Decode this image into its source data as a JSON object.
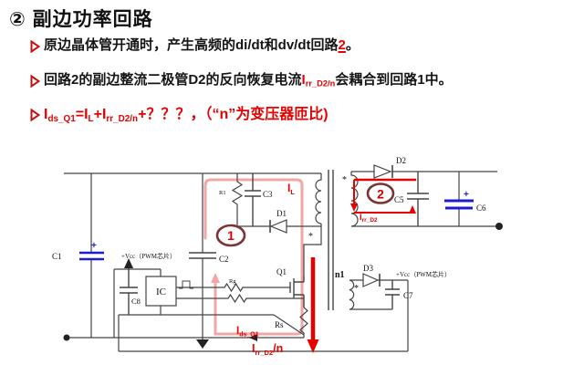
{
  "title": {
    "badge": "②",
    "text": "副边功率回路"
  },
  "bullets": {
    "b1": {
      "pre": "原边晶体管开通时，产生高频的di/dt和dv/dt回路",
      "hl": "2",
      "post": "。"
    },
    "b2": {
      "pre": "回路2的副边整流二极管D2的反向恢复电流",
      "cur_base": "I",
      "cur_sub": "rr_D2/n",
      "post": "会耦合到回路1中。"
    },
    "b3": {
      "i1": "I",
      "s1": "ds_Q1",
      "t1": "=I",
      "s2": "L",
      "t2": "+I",
      "s3": "rr_D2/n",
      "t3": "+？？？，",
      "t4": "（“n”为变压器匝比)"
    }
  },
  "circuit": {
    "components": {
      "c1": "C1",
      "c2": "C2",
      "c3": "C3",
      "r1": "R1",
      "d1": "D1",
      "q1": "Q1",
      "rg": "Rg",
      "rs": "Rs",
      "ic": "IC",
      "c8": "C8",
      "vcc": "+Vcc（PWM芯片）",
      "d2": "D2",
      "c5": "C5",
      "c6": "C6",
      "d3": "D3",
      "c7": "C7",
      "n1": "n1"
    },
    "currents": {
      "il_base": "I",
      "il_sub": "L",
      "irr_base": "I",
      "irr_sub": "rr_D2",
      "ids_base": "I",
      "ids_sub": "ds_Q1",
      "irrn_base": "I",
      "irrn_sub": "rr_D2",
      "irrn_tail": "/n"
    },
    "loops": {
      "loop1": "1",
      "loop2": "2"
    },
    "winding_dot": "*",
    "plus_sign": "+"
  },
  "colors": {
    "accent_red": "#e60000",
    "loop_pink": "#f2a6a6",
    "blue": "#1d1dd0",
    "ring": "#7b3333"
  }
}
